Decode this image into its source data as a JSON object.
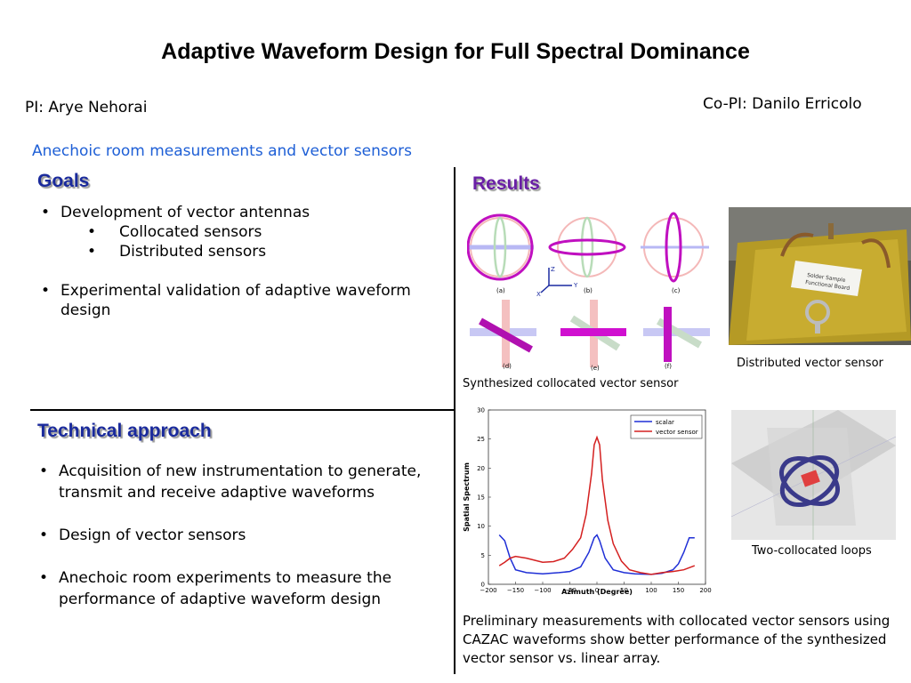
{
  "title": "Adaptive Waveform Design for Full Spectral Dominance",
  "pi": "PI: Arye Nehorai",
  "co_pi": "Co-PI: Danilo Erricolo",
  "subtitle": "Anechoic room measurements and vector sensors",
  "goals": {
    "heading": "Goals",
    "items": [
      {
        "text": "Development of vector antennas",
        "level": 1
      },
      {
        "text": "Collocated sensors",
        "level": 2
      },
      {
        "text": "Distributed sensors",
        "level": 2
      },
      {
        "text": "Experimental validation of adaptive waveform design",
        "level": 1
      }
    ]
  },
  "technical": {
    "heading": "Technical approach",
    "items": [
      "Acquisition of new instrumentation to generate, transmit and receive adaptive waveforms",
      "Design of vector sensors",
      "Anechoic room experiments to measure the performance of adaptive waveform design"
    ]
  },
  "results": {
    "heading": "Results",
    "caption_synth": "Synthesized collocated vector sensor",
    "caption_dist": "Distributed vector sensor",
    "caption_loops": "Two-collocated loops",
    "caption_prelim": "Preliminary measurements with collocated vector sensors using CAZAC waveforms show better performance of the synthesized vector sensor vs. linear array.",
    "panel_labels": [
      "(a)",
      "(b)",
      "(c)",
      "(d)",
      "(e)",
      "(f)"
    ],
    "board_label_lines": [
      "Solder Sample",
      "Functional Board"
    ]
  },
  "colors": {
    "goals_heading": "#1a2a9c",
    "results_heading": "#6a1fa6",
    "subtitle": "#1e5fd6",
    "scalar": "#1f2fd6",
    "vector": "#d42020"
  },
  "chart_data": {
    "type": "line",
    "xlabel": "Azimuth (Degree)",
    "ylabel": "Spatial Spectrum",
    "xlim": [
      -200,
      200
    ],
    "ylim": [
      0,
      30
    ],
    "xticks": [
      -200,
      -150,
      -100,
      -50,
      0,
      50,
      100,
      150,
      200
    ],
    "yticks": [
      0,
      5,
      10,
      15,
      20,
      25,
      30
    ],
    "legend_position": "top-right",
    "series": [
      {
        "name": "scalar",
        "x": [
          -180,
          -170,
          -160,
          -150,
          -130,
          -100,
          -70,
          -50,
          -30,
          -15,
          -5,
          0,
          5,
          15,
          30,
          50,
          70,
          100,
          120,
          140,
          150,
          160,
          170,
          180
        ],
        "y": [
          8.5,
          7.5,
          4.5,
          2.5,
          2.0,
          1.8,
          2.0,
          2.2,
          3.0,
          5.5,
          8.0,
          8.5,
          7.5,
          4.5,
          2.5,
          2.0,
          1.8,
          1.7,
          1.9,
          2.5,
          3.5,
          5.5,
          8.0,
          8.0
        ],
        "color": "#1f2fd6"
      },
      {
        "name": "vector sensor",
        "x": [
          -180,
          -170,
          -160,
          -150,
          -130,
          -100,
          -80,
          -60,
          -45,
          -30,
          -20,
          -10,
          -5,
          0,
          5,
          10,
          20,
          30,
          45,
          60,
          80,
          100,
          120,
          140,
          160,
          180
        ],
        "y": [
          3.2,
          3.8,
          4.5,
          4.8,
          4.5,
          3.8,
          3.9,
          4.5,
          6.0,
          8.0,
          12.0,
          19.0,
          24.0,
          25.3,
          24.0,
          18.0,
          11.0,
          7.0,
          4.0,
          2.5,
          2.0,
          1.7,
          2.0,
          2.2,
          2.5,
          3.2
        ],
        "color": "#d42020"
      }
    ]
  }
}
